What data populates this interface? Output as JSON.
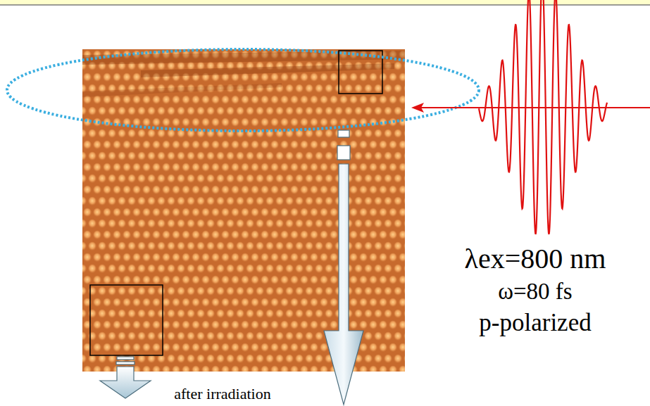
{
  "diagram": {
    "labels": [
      "after irradiation",
      "λex=800 nm",
      "ω=80 fs",
      "p-polarized"
    ]
  }
}
